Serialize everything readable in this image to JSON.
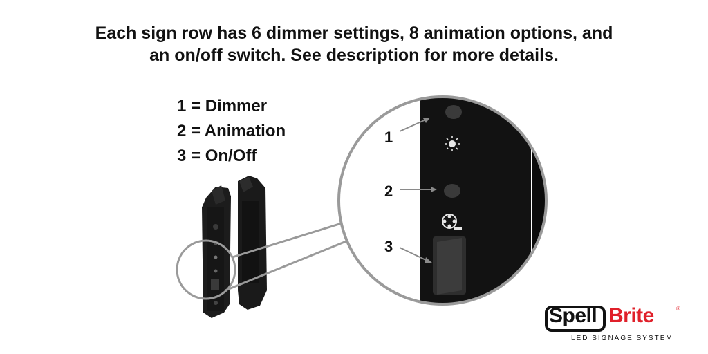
{
  "headline": {
    "line1": "Each sign row has 6 dimmer settings, 8 animation options, and",
    "line2": "an on/off switch. See description for more details."
  },
  "legend": {
    "items": [
      "1 = Dimmer",
      "2 = Animation",
      "3 = On/Off"
    ]
  },
  "callouts": [
    "1",
    "2",
    "3"
  ],
  "logo": {
    "spell": "Spell",
    "brite": "Brite",
    "registered": "®",
    "tagline": "LED SIGNAGE SYSTEM",
    "brand_color": "#e0202a"
  },
  "icons": [
    "sun-icon",
    "film-reel-icon",
    "rocker-switch-icon"
  ]
}
